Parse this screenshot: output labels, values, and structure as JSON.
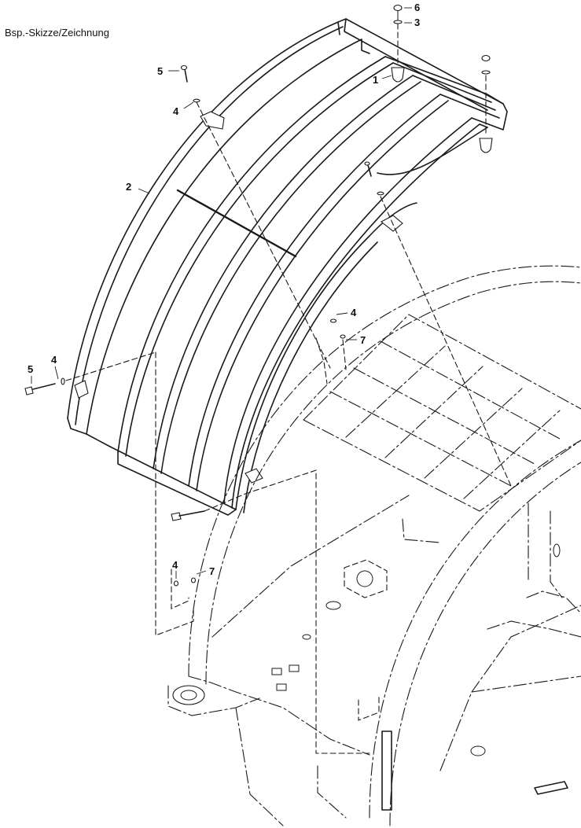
{
  "caption": "Bsp.-Skizze/Zeichnung",
  "callouts": {
    "c1": "1",
    "c2": "2",
    "c3": "3",
    "c4a": "4",
    "c4b": "4",
    "c4c": "4",
    "c4d": "4",
    "c5a": "5",
    "c5b": "5",
    "c6": "6",
    "c7a": "7",
    "c7b": "7"
  }
}
